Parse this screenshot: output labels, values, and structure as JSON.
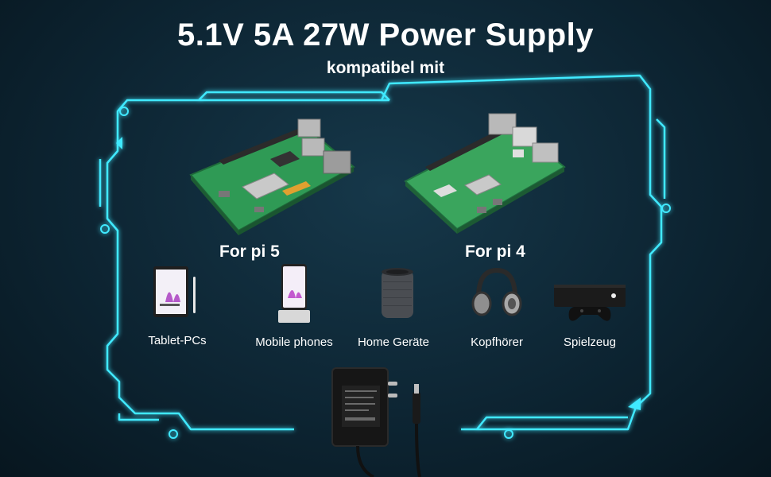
{
  "header": {
    "title": "5.1V 5A 27W Power Supply",
    "subtitle": "kompatibel mit"
  },
  "boards": [
    {
      "label": "For pi 5"
    },
    {
      "label": "For pi 4"
    }
  ],
  "devices": [
    {
      "label": "Tablet-PCs",
      "icon": "tablet-icon"
    },
    {
      "label": "Mobile phones",
      "icon": "smartphone-icon"
    },
    {
      "label": "Home Geräte",
      "icon": "smart-speaker-icon"
    },
    {
      "label": "Kopfhörer",
      "icon": "headphones-icon"
    },
    {
      "label": "Spielzeug",
      "icon": "game-console-icon"
    }
  ],
  "colors": {
    "frame_glow": "#3fe9ff",
    "board_green": "#2f9a55",
    "background": "#0d2533"
  }
}
